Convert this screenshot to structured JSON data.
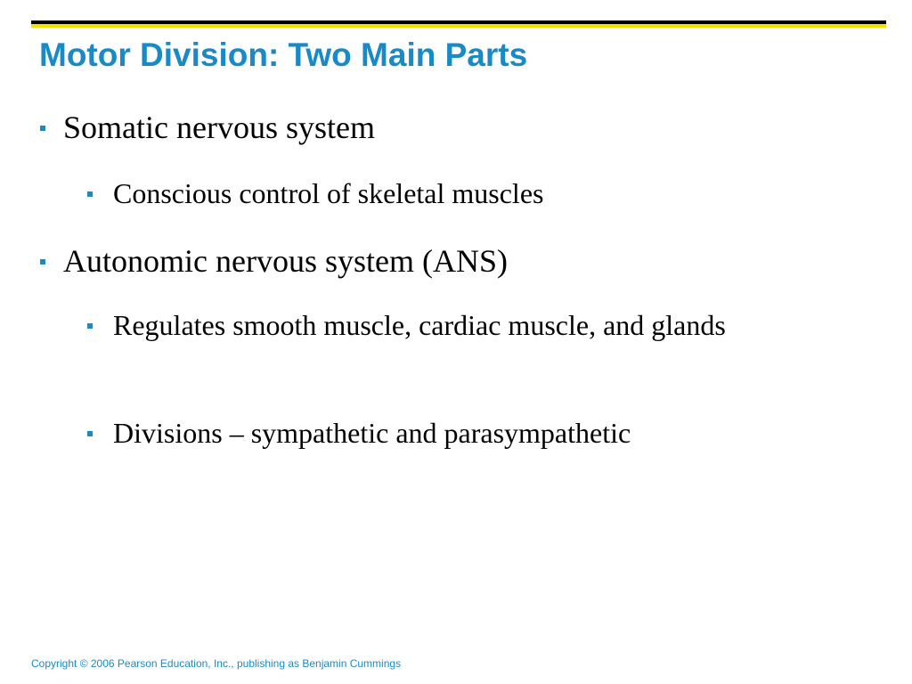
{
  "slide": {
    "title": "Motor Division: Two Main Parts",
    "bullets": [
      {
        "level": 1,
        "text": "Somatic nervous system"
      },
      {
        "level": 2,
        "text": "Conscious control of skeletal muscles"
      },
      {
        "level": 1,
        "text": "Autonomic nervous system (ANS)"
      },
      {
        "level": 2,
        "text": "Regulates smooth muscle, cardiac muscle, and glands"
      },
      {
        "level": 2,
        "text": "Divisions – sympathetic and parasympathetic"
      }
    ],
    "footer": "Copyright © 2006 Pearson Education, Inc., publishing as Benjamin Cummings"
  },
  "colors": {
    "accent_blue": "#1a8ac6",
    "rule_black": "#000000",
    "rule_yellow": "#f6e000",
    "text": "#000000",
    "background": "#ffffff"
  }
}
